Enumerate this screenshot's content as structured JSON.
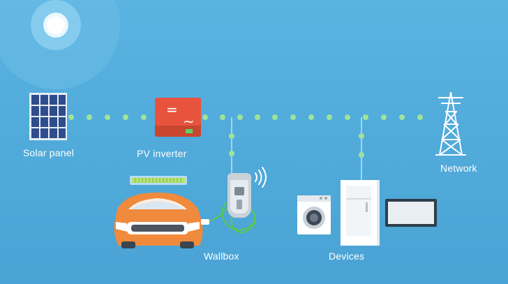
{
  "labels": {
    "solar_panel": "Solar panel",
    "pv_inverter": "PV inverter",
    "network": "Network",
    "wallbox": "Wallbox",
    "devices": "Devices"
  },
  "inverter_symbols": {
    "dc": "=",
    "ac": "~"
  },
  "colors": {
    "background": "#55aedd",
    "connector_dots": "#9fe39a",
    "inverter_top": "#e8533d",
    "inverter_bottom": "#c94730",
    "car_body": "#f08a3c",
    "white_devices": "#ffffff",
    "charge_level_green": "#b4e36e"
  }
}
